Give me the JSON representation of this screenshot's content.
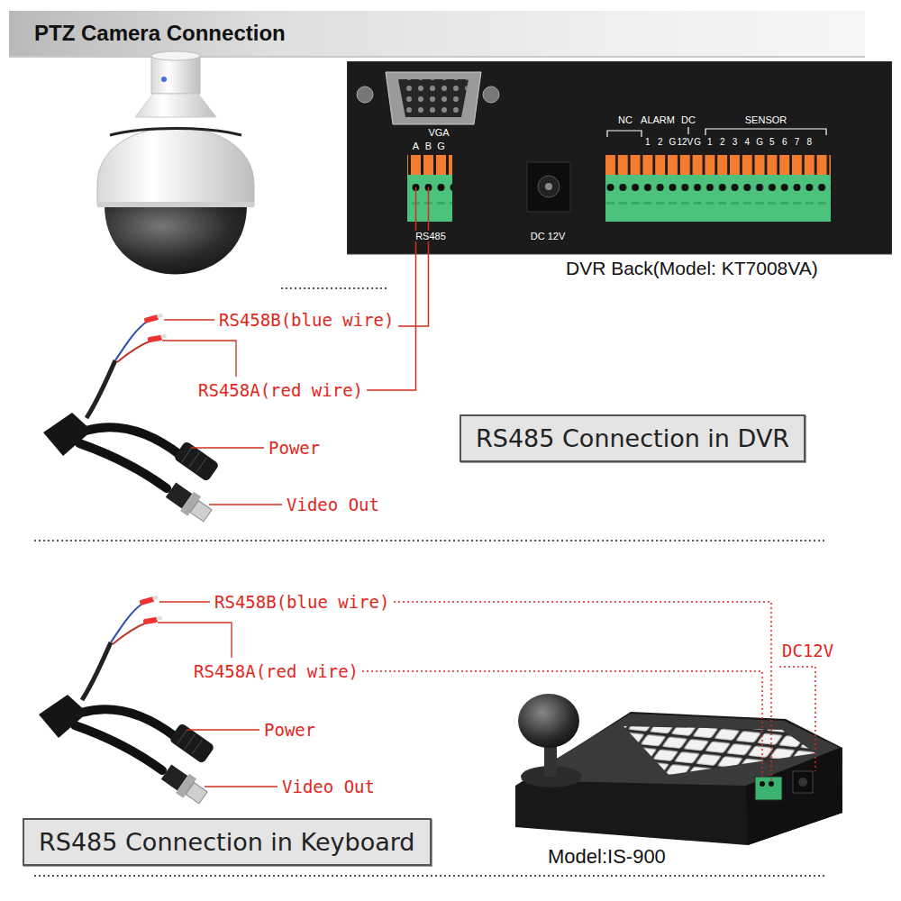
{
  "diagram": {
    "title": "PTZ Camera Connection",
    "nodes": [
      {
        "text": [
          "DVR Back(Model: KT7008VA)"
        ]
      },
      {
        "text": [
          "RS485 Connection in DVR"
        ]
      },
      {
        "text": [
          "RS485 Connection in Keyboard"
        ]
      },
      {
        "text": [
          "Model:IS-900"
        ]
      }
    ],
    "labels": [
      "VGA",
      "A",
      "B",
      "G",
      "RS485",
      "DC 12V",
      "NC",
      "ALARM",
      "DC",
      "SENSOR",
      "1",
      "2",
      "G",
      "12V",
      "G",
      "1",
      "2",
      "3",
      "4",
      "G",
      "5",
      "6",
      "7",
      "8",
      "RS458B(blue wire)",
      "RS458A(red wire)",
      "Power",
      "Video Out",
      "RS458B(blue wire)",
      "RS458A(red wire)",
      "Power",
      "Video Out",
      "DC12V"
    ]
  }
}
